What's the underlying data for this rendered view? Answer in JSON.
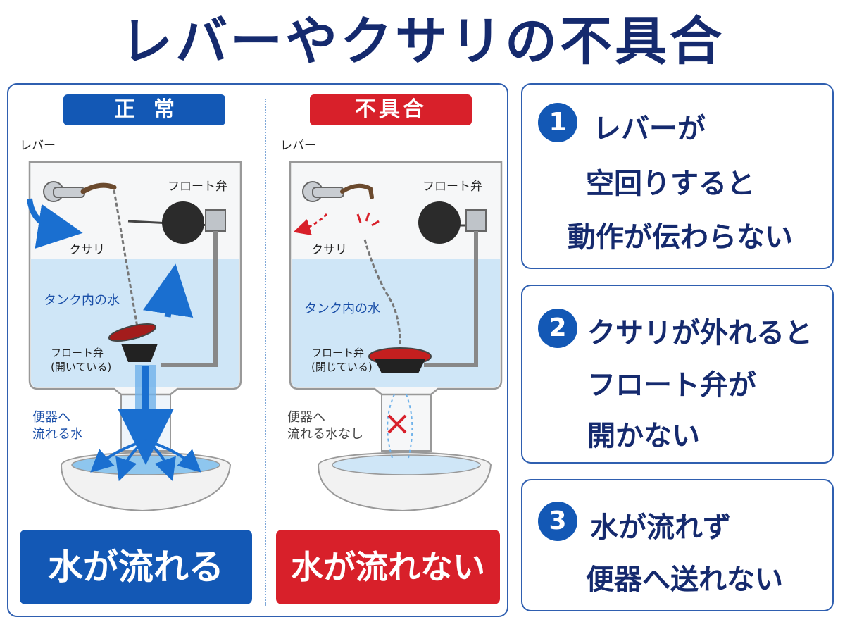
{
  "title": "レバーやクサリの不具合",
  "normal": {
    "tag": "正常",
    "lever_label": "レバー",
    "float_valve_label": "フロート弁",
    "chain_label": "クサリ",
    "tank_water_label": "タンク内の水",
    "flapper_label_1": "フロート弁",
    "flapper_label_2": "(開いている)",
    "flow_label_1": "便器へ",
    "flow_label_2": "流れる水",
    "result": "水が流れる"
  },
  "fault": {
    "tag": "不具合",
    "lever_label": "レバー",
    "float_valve_label": "フロート弁",
    "chain_label": "クサリ",
    "tank_water_label": "タンク内の水",
    "flapper_label_1": "フロート弁",
    "flapper_label_2": "(閉じている)",
    "flow_label_1": "便器へ",
    "flow_label_2": "流れる水なし",
    "result": "水が流れない"
  },
  "reasons": [
    {
      "number": "1",
      "lines": [
        "レバーが",
        "空回りすると",
        "動作が伝わらない"
      ]
    },
    {
      "number": "2",
      "lines": [
        "クサリが外れると",
        "フロート弁が",
        "開かない"
      ]
    },
    {
      "number": "3",
      "lines": [
        "水が流れず",
        "便器へ送れない"
      ]
    }
  ],
  "colors": {
    "navy": "#152a6e",
    "blue": "#1358b5",
    "red": "#d8202a",
    "water": "#cfe6f7"
  }
}
